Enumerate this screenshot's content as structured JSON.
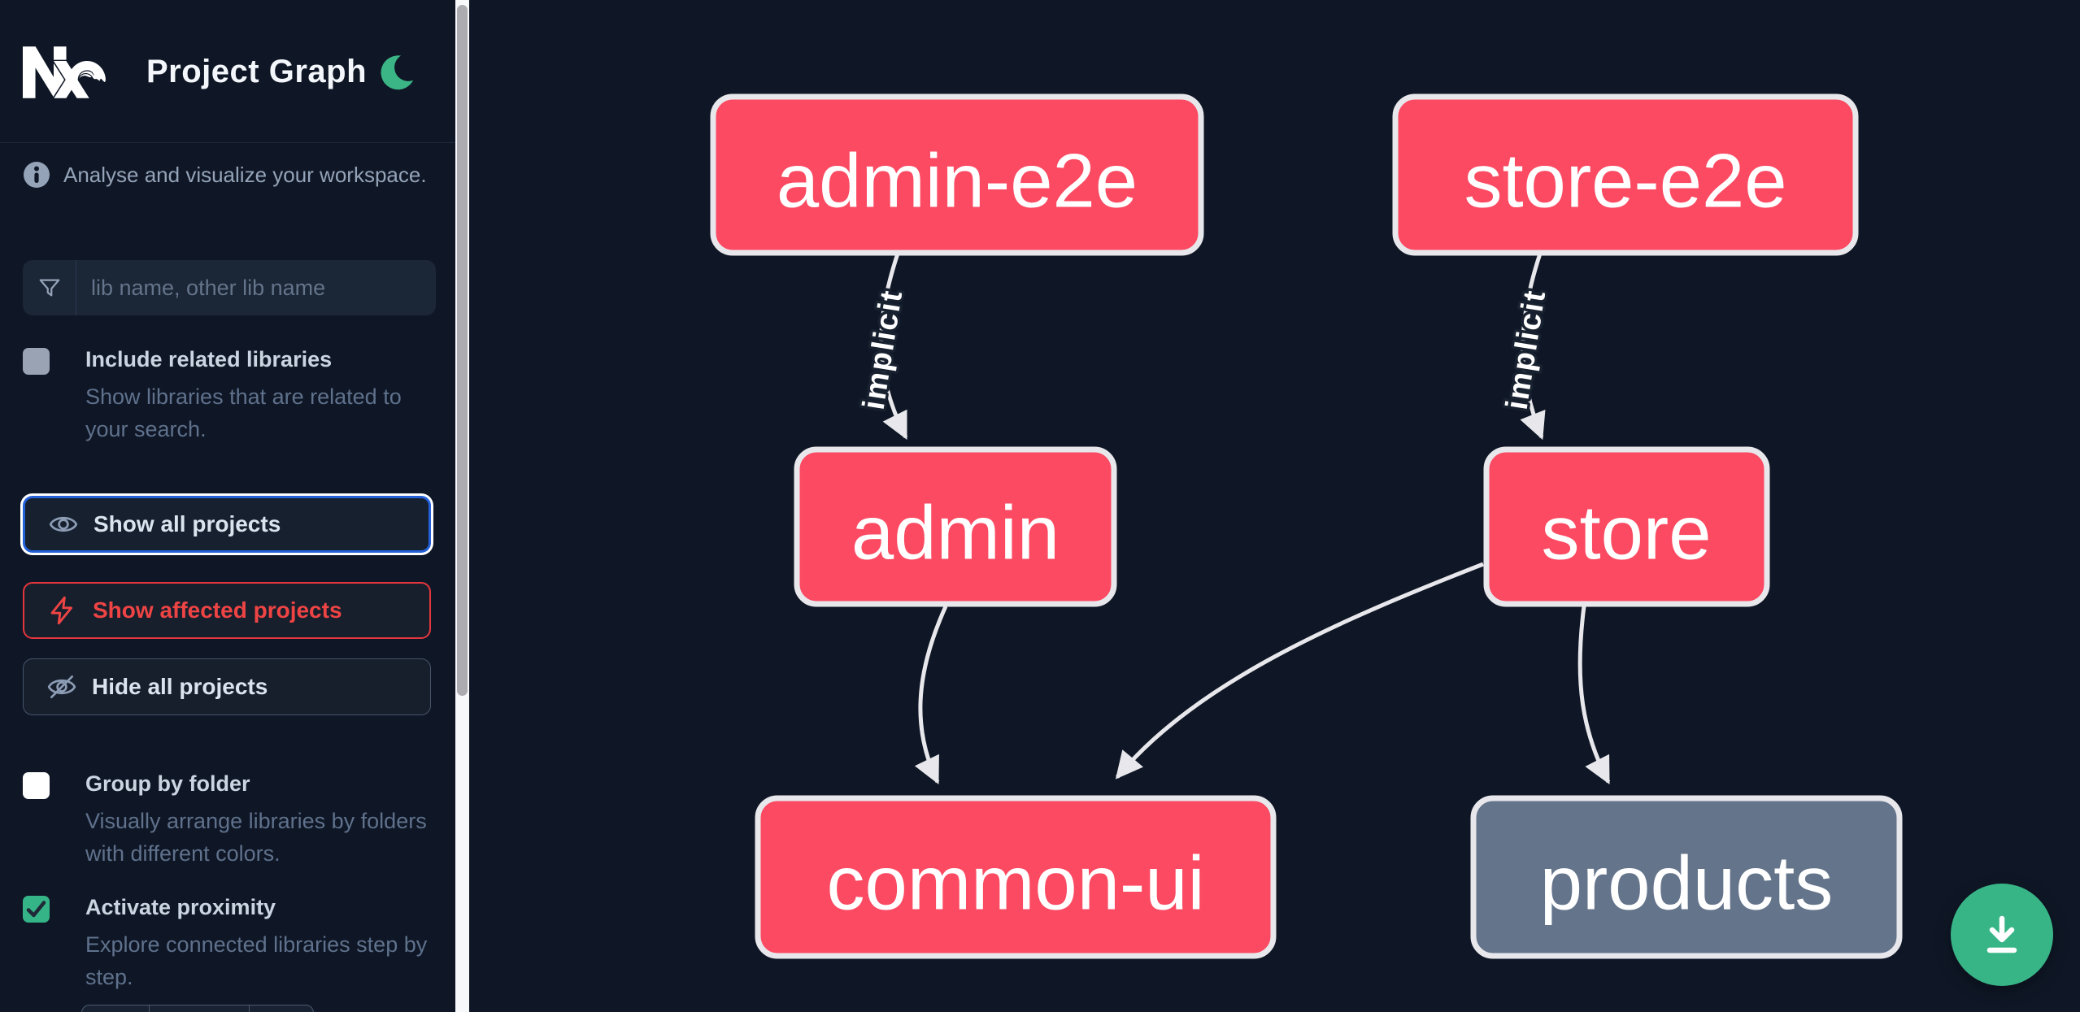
{
  "app": {
    "title": "Project Graph"
  },
  "sidebar": {
    "tagline": "Analyse and visualize your workspace.",
    "search_placeholder": "lib name, other lib name",
    "include_related": {
      "label": "Include related libraries",
      "description": "Show libraries that are related to your search.",
      "checked": false
    },
    "actions": {
      "show_all": "Show all projects",
      "show_affected": "Show affected projects",
      "hide_all": "Hide all projects"
    },
    "group_by_folder": {
      "label": "Group by folder",
      "description": "Visually arrange libraries by folders with different colors.",
      "checked": false
    },
    "activate_proximity": {
      "label": "Activate proximity",
      "description": "Explore connected libraries step by step.",
      "checked": true
    }
  },
  "graph": {
    "nodes": [
      {
        "label": "admin-e2e",
        "type": "affected"
      },
      {
        "label": "store-e2e",
        "type": "affected"
      },
      {
        "label": "admin",
        "type": "affected"
      },
      {
        "label": "store",
        "type": "affected"
      },
      {
        "label": "common-ui",
        "type": "affected"
      },
      {
        "label": "products",
        "type": "unaffected"
      }
    ],
    "edges": [
      {
        "from": "admin-e2e",
        "to": "admin",
        "label": "implicit"
      },
      {
        "from": "store-e2e",
        "to": "store",
        "label": "implicit"
      },
      {
        "from": "admin",
        "to": "common-ui",
        "label": ""
      },
      {
        "from": "store",
        "to": "common-ui",
        "label": ""
      },
      {
        "from": "store",
        "to": "products",
        "label": ""
      }
    ]
  },
  "colors": {
    "affected_node": "#fb4a62",
    "unaffected_node": "#64748b",
    "node_border": "#e8e8ec",
    "edge": "#e8e8ec",
    "accent_green": "#38b587",
    "focus_blue": "#2460d8",
    "affected_red": "#ef4444",
    "background": "#0f1726"
  }
}
